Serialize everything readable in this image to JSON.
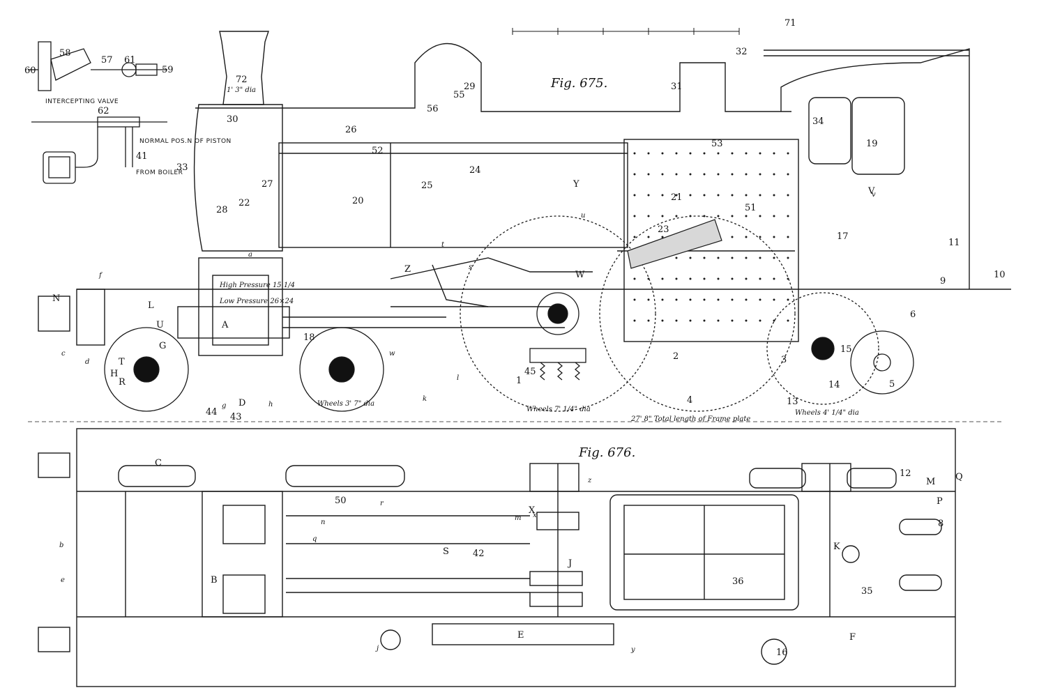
{
  "figures": {
    "fig1": "Fig. 675.",
    "fig2": "Fig. 676."
  },
  "inset": {
    "title": "INTERCEPTING VALVE",
    "normal_position": "NORMAL POS.N OF PISTON",
    "from_boiler": "FROM BOILER"
  },
  "annotations": {
    "chimney_width": "1' 3\" dia",
    "high_pressure": "High Pressure 15 1/4",
    "low_pressure": "Low Pressure 26×24",
    "coupled_wheels": "Wheels 7' 1/4\" dia",
    "bogie_wheels": "Wheels 3' 7\" dia",
    "trailing_wheels": "Wheels 4' 1/4\" dia",
    "frame_length": "27' 8\" Total length of Frame plate"
  },
  "numbers": [
    "71",
    "72",
    "32",
    "31",
    "27",
    "28",
    "29",
    "55",
    "56",
    "26",
    "52",
    "53",
    "34",
    "19",
    "30",
    "22",
    "20",
    "24",
    "25",
    "21",
    "23",
    "51",
    "17",
    "11",
    "10",
    "9",
    "6",
    "5",
    "4",
    "2",
    "1",
    "3",
    "13",
    "14",
    "15",
    "18",
    "45",
    "43",
    "44",
    "33",
    "60",
    "58",
    "57",
    "61",
    "59",
    "62",
    "41",
    "12",
    "35",
    "36",
    "42",
    "16",
    "50",
    "8"
  ],
  "letters": [
    "N",
    "L",
    "A",
    "G",
    "H",
    "R",
    "T",
    "K",
    "M",
    "Q",
    "P",
    "C",
    "E",
    "F",
    "D",
    "J",
    "S",
    "B",
    "U",
    "V",
    "W",
    "X",
    "Y",
    "Z",
    "a",
    "b",
    "c",
    "d",
    "e",
    "f",
    "g",
    "h",
    "j",
    "k",
    "l",
    "m",
    "n",
    "q",
    "r",
    "s",
    "t",
    "u",
    "v",
    "w",
    "x",
    "y",
    "z"
  ]
}
